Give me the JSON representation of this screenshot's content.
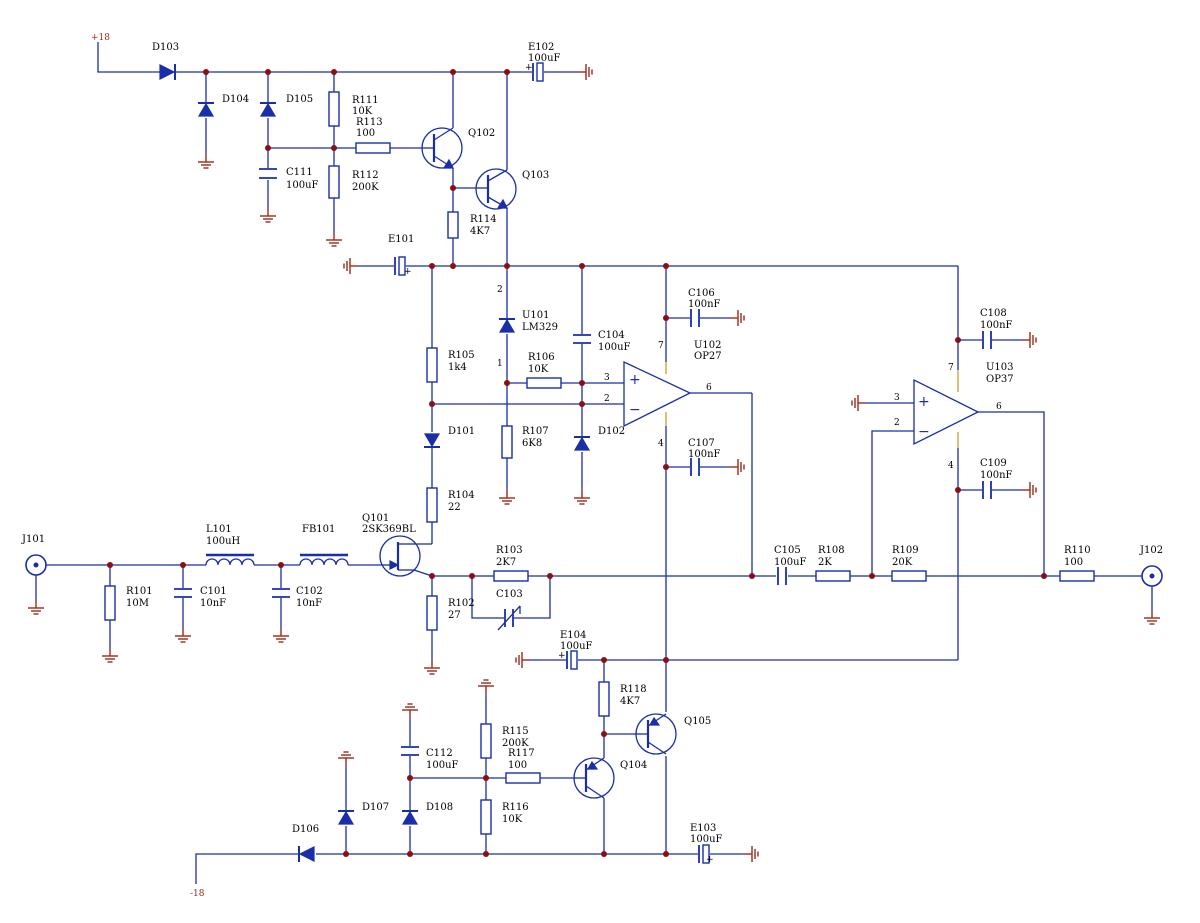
{
  "rails": {
    "pos": "+18",
    "neg": "-18"
  },
  "components": {
    "d103": "D103",
    "d104": "D104",
    "d105": "D105",
    "r111": "R111",
    "r111_v": "10K",
    "r113": "R113",
    "r113_v": "100",
    "r112": "R112",
    "r112_v": "200K",
    "c111": "C111",
    "c111_v": "100uF",
    "q102": "Q102",
    "q103": "Q103",
    "r114": "R114",
    "r114_v": "4K7",
    "e102": "E102",
    "e102_v": "100uF",
    "e101": "E101",
    "u101": "U101",
    "u101_v": "LM329",
    "c104": "C104",
    "c104_v": "100uF",
    "c106": "C106",
    "c106_v": "100nF",
    "u102": "U102",
    "u102_v": "OP27",
    "r105": "R105",
    "r105_v": "1k4",
    "r106": "R106",
    "r106_v": "10K",
    "r107": "R107",
    "r107_v": "6K8",
    "d101": "D101",
    "d102": "D102",
    "c107": "C107",
    "c107_v": "100nF",
    "r104": "R104",
    "r104_v": "22",
    "q101": "Q101",
    "q101_v": "2SK369BL",
    "c108": "C108",
    "c108_v": "100nF",
    "u103": "U103",
    "u103_v": "OP37",
    "c109": "C109",
    "c109_v": "100nF",
    "j101": "J101",
    "j102": "J102",
    "r101": "R101",
    "r101_v": "10M",
    "l101": "L101",
    "l101_v": "100uH",
    "c101": "C101",
    "c101_v": "10nF",
    "fb101": "FB101",
    "c102": "C102",
    "c102_v": "10nF",
    "r103": "R103",
    "r103_v": "2K7",
    "c103": "C103",
    "r102": "R102",
    "r102_v": "27",
    "c105": "C105",
    "c105_v": "100uF",
    "r108": "R108",
    "r108_v": "2K",
    "r109": "R109",
    "r109_v": "20K",
    "r110": "R110",
    "r110_v": "100",
    "e104": "E104",
    "e104_v": "100uF",
    "r118": "R118",
    "r118_v": "4K7",
    "q105": "Q105",
    "q104": "Q104",
    "r115": "R115",
    "r115_v": "200K",
    "r117": "R117",
    "r117_v": "100",
    "r116": "R116",
    "r116_v": "10K",
    "c112": "C112",
    "c112_v": "100uF",
    "d106": "D106",
    "d107": "D107",
    "d108": "D108",
    "e103": "E103",
    "e103_v": "100uF"
  },
  "pins": {
    "u101_top": "2",
    "u101_bot": "1",
    "u102_in_plus": "3",
    "u102_in_minus": "2",
    "u102_out": "6",
    "u102_vp": "7",
    "u102_vn": "4",
    "u103_in_plus": "3",
    "u103_in_minus": "2",
    "u103_out": "6",
    "u103_vp": "7",
    "u103_vn": "4"
  },
  "symbols": {
    "plus": "+",
    "minus": "−"
  }
}
